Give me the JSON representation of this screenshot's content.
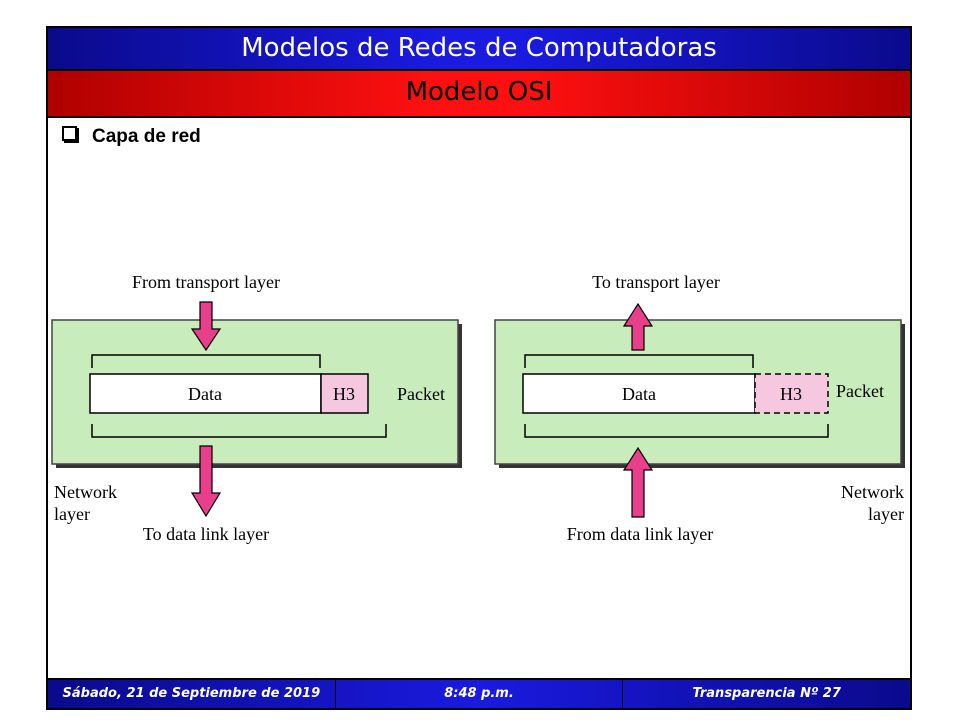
{
  "header": {
    "title": "Modelos de Redes de Computadoras",
    "subtitle": "Modelo OSI"
  },
  "bullet": {
    "text": "Capa de red"
  },
  "diagram": {
    "sender": {
      "top_label": "From transport layer",
      "data_label": "Data",
      "header_label": "H3",
      "packet_label": "Packet",
      "layer_label_line1": "Network",
      "layer_label_line2": "layer",
      "bottom_label": "To data link layer"
    },
    "receiver": {
      "top_label": "To transport layer",
      "data_label": "Data",
      "header_label": "H3",
      "packet_label": "Packet",
      "layer_label_line1": "Network",
      "layer_label_line2": "layer",
      "bottom_label": "From data link layer"
    },
    "colors": {
      "layer_fill": "#c9ecbd",
      "header_fill": "#f5c8e0",
      "arrow_fill": "#e83f8a"
    }
  },
  "footer": {
    "date": "Sábado, 21 de Septiembre de 2019",
    "time": "8:48 p.m.",
    "slide_number": "Transparencia Nº 27"
  }
}
